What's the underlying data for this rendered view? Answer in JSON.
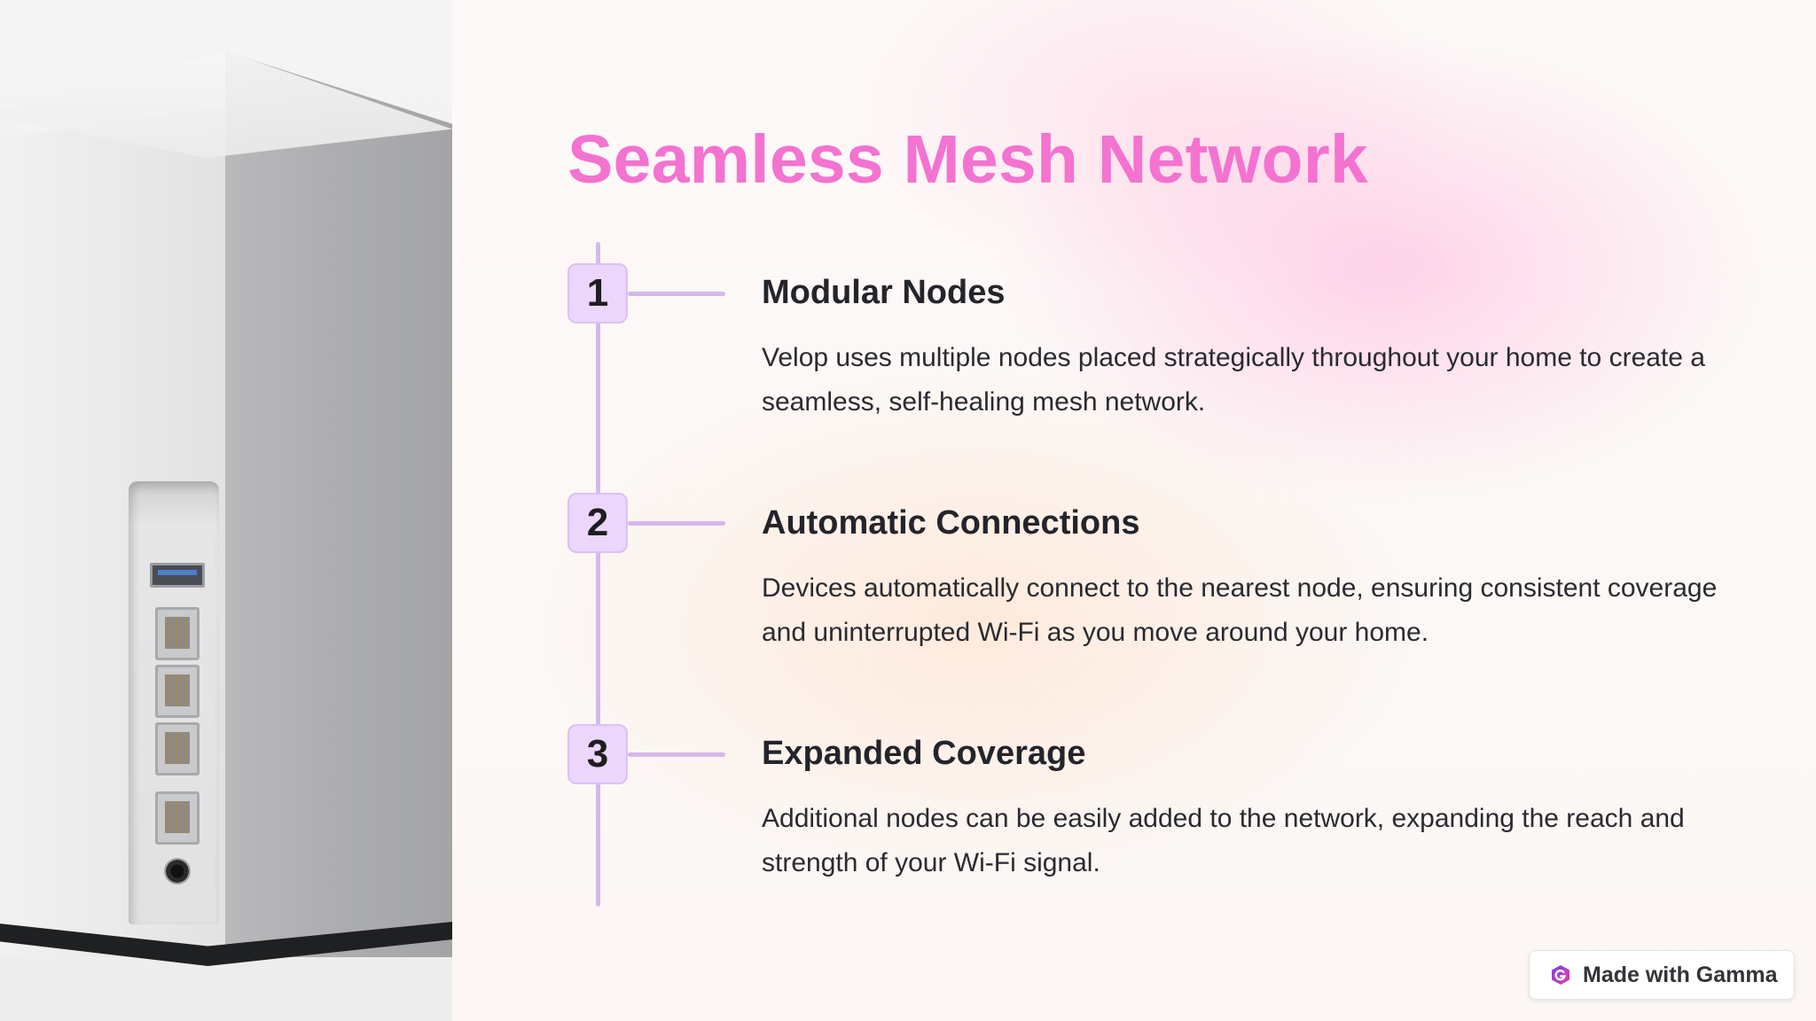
{
  "slide": {
    "title": "Seamless Mesh Network",
    "steps": [
      {
        "number": "1",
        "title": "Modular Nodes",
        "description": "Velop uses multiple nodes placed strategically throughout your home to create a seamless, self-healing mesh network."
      },
      {
        "number": "2",
        "title": "Automatic Connections",
        "description": "Devices automatically connect to the nearest node, ensuring consistent coverage and uninterrupted Wi-Fi as you move around your home."
      },
      {
        "number": "3",
        "title": "Expanded Coverage",
        "description": "Additional nodes can be easily added to the network, expanding the reach and strength of your Wi-Fi signal."
      }
    ]
  },
  "badge": {
    "label": "Made with Gamma",
    "icon": "gamma-logo-icon"
  },
  "colors": {
    "title": "#f472d0",
    "timeline": "#d4b8ea",
    "step_badge": "#ecd6fb",
    "text": "#24242a"
  }
}
